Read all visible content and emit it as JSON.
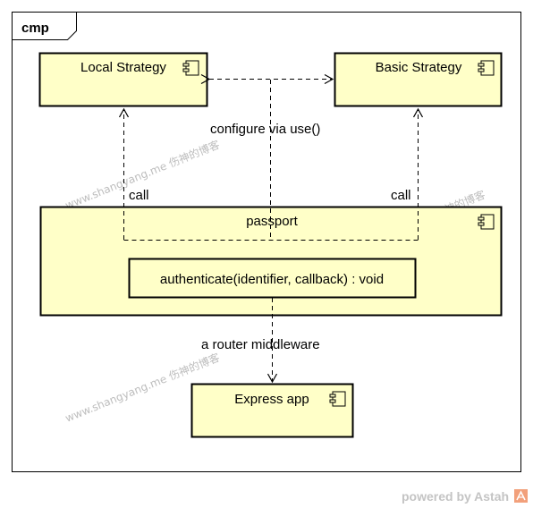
{
  "frame": {
    "label": "cmp"
  },
  "components": {
    "local_strategy": "Local Strategy",
    "basic_strategy": "Basic Strategy",
    "passport": "passport",
    "express_app": "Express app"
  },
  "operation": {
    "label": "authenticate(identifier, callback) : void"
  },
  "edges": {
    "configure": "configure via use()",
    "call_left": "call",
    "call_right": "call",
    "middleware": "a router middleware"
  },
  "watermark": {
    "text": "www.shangyang.me 伤神的博客"
  },
  "footer": {
    "text": "powered by Astah"
  },
  "colors": {
    "component_fill": "#ffffc8",
    "stroke": "#000000",
    "watermark": "#bdbdbd",
    "footer_text": "#c4c4c4",
    "astah_logo": "#f2a07b"
  }
}
